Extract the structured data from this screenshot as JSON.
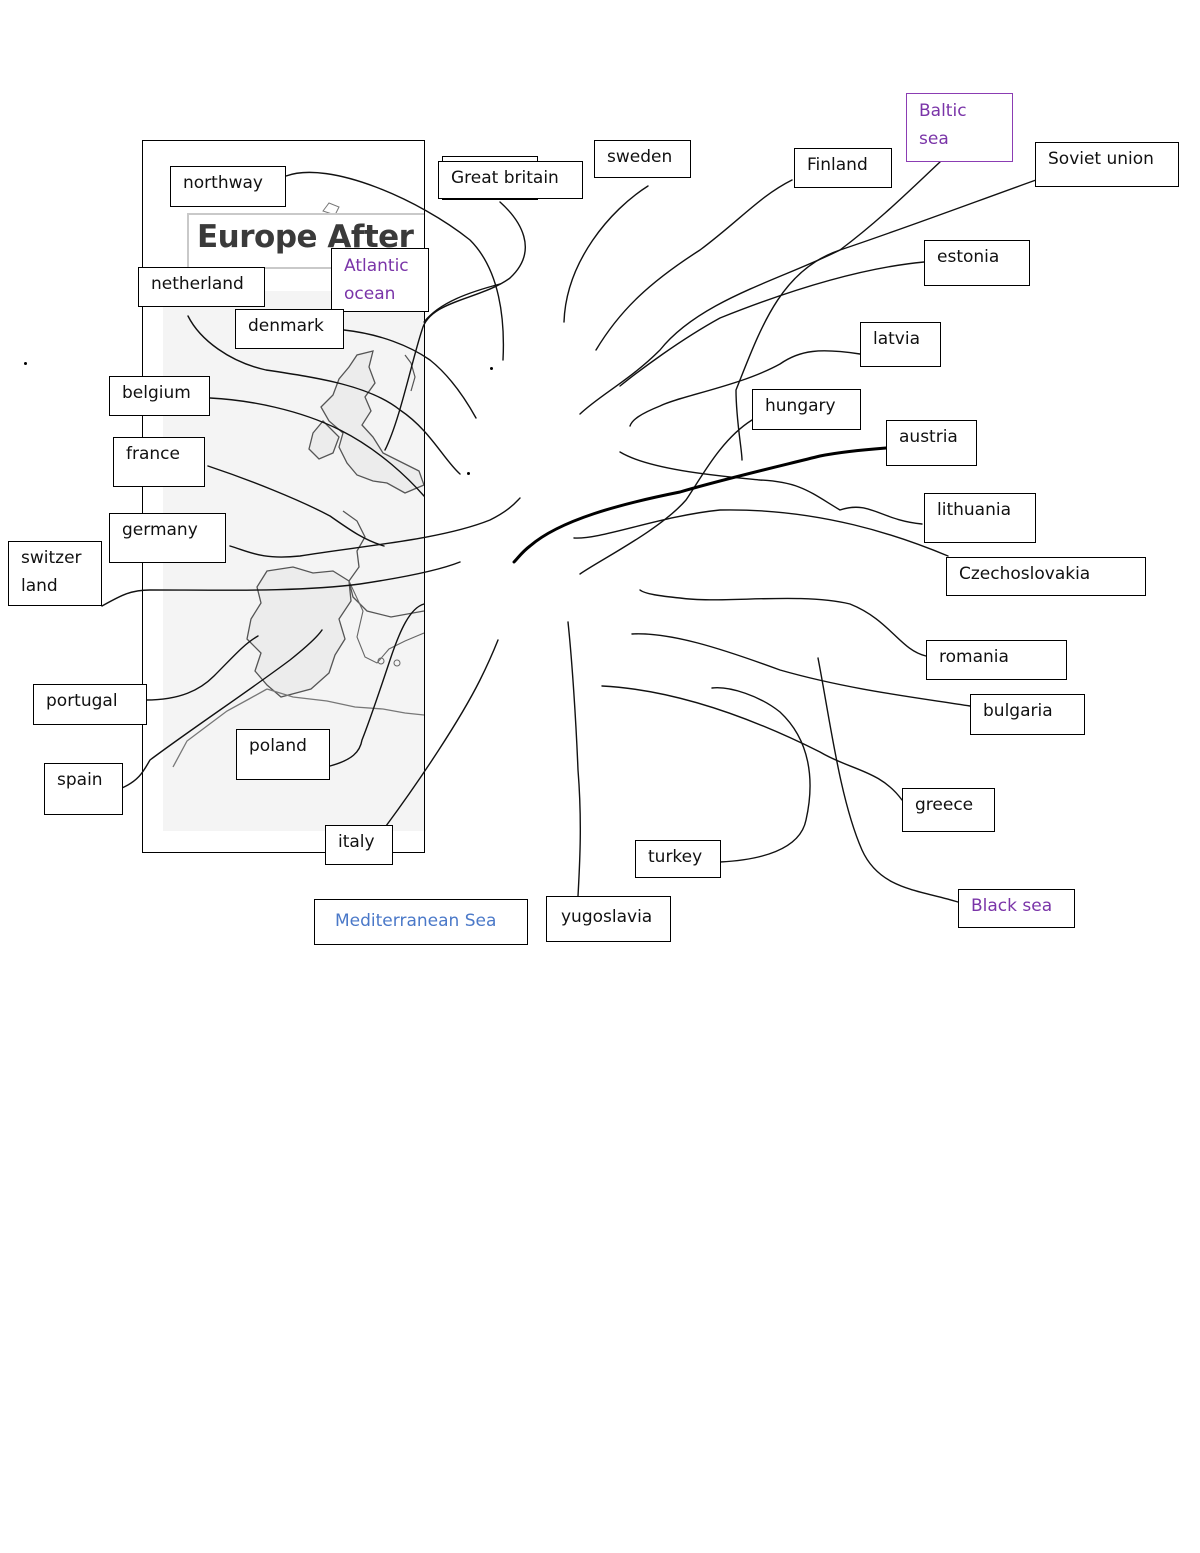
{
  "map": {
    "title": "Europe After W"
  },
  "labels": {
    "northway": "northway",
    "great_britain": "Great britain",
    "sweden": "sweden",
    "finland": "Finland",
    "baltic_sea": "Baltic sea",
    "soviet_union": "Soviet union",
    "netherland": "netherland",
    "atlantic_ocean": "Atlantic ocean",
    "denmark": "denmark",
    "estonia": "estonia",
    "latvia": "latvia",
    "belgium": "belgium",
    "hungary": "hungary",
    "austria": "austria",
    "france": "france",
    "lithuania": "lithuania",
    "germany": "germany",
    "switzer_land": "switzer land",
    "czechoslovakia": "Czechoslovakia",
    "romania": "romania",
    "portugal": "portugal",
    "bulgaria": "bulgaria",
    "poland": "poland",
    "spain": "spain",
    "greece": "greece",
    "italy": "italy",
    "turkey": "turkey",
    "mediterranean_sea": "Mediterranean Sea",
    "yugoslavia": "yugoslavia",
    "black_sea": "Black sea"
  },
  "colors": {
    "water_label": "#7a34a8",
    "sea_label_blue": "#4a78c8",
    "map_outline": "#555555"
  }
}
